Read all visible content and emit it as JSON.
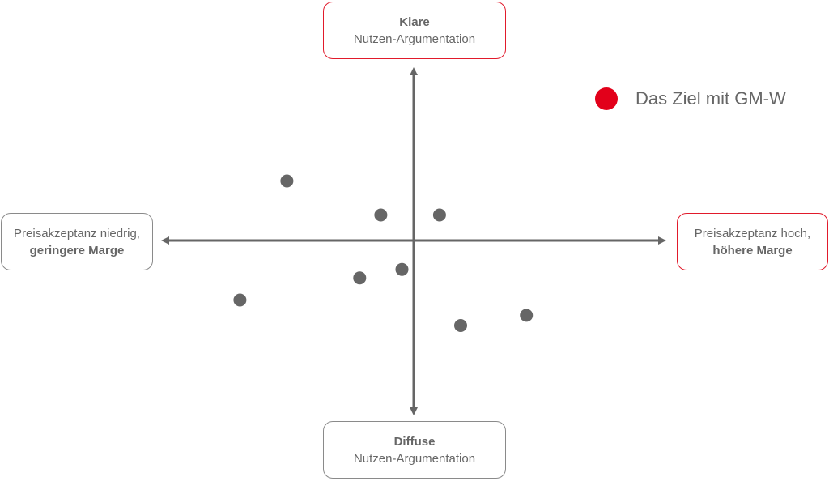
{
  "axes": {
    "top": {
      "line1": "Klare",
      "line2": "Nutzen-Argumentation",
      "border_color": "#e11a2b"
    },
    "bottom": {
      "line1": "Diffuse",
      "line2": "Nutzen-Argumentation",
      "border_color": "#8a8a8a"
    },
    "left": {
      "line1": "Preisakzeptanz niedrig,",
      "line2": "geringere Marge",
      "border_color": "#8a8a8a"
    },
    "right": {
      "line1": "Preisakzeptanz hoch,",
      "line2": "höhere Marge",
      "border_color": "#e11a2b"
    }
  },
  "legend": {
    "label": "Das Ziel mit GM-W",
    "color": "#e2001a"
  },
  "colors": {
    "axis": "#666666",
    "point": "#666666",
    "accent": "#e2001a"
  },
  "chart_data": {
    "type": "scatter",
    "xlim": [
      -1,
      1
    ],
    "ylim": [
      -1,
      1
    ],
    "points": [
      {
        "x": -0.54,
        "y": 0.35
      },
      {
        "x": -0.14,
        "y": 0.15
      },
      {
        "x": 0.11,
        "y": 0.15
      },
      {
        "x": -0.05,
        "y": -0.17
      },
      {
        "x": -0.23,
        "y": -0.22
      },
      {
        "x": -0.74,
        "y": -0.35
      },
      {
        "x": 0.2,
        "y": -0.5
      },
      {
        "x": 0.48,
        "y": -0.44
      }
    ]
  }
}
